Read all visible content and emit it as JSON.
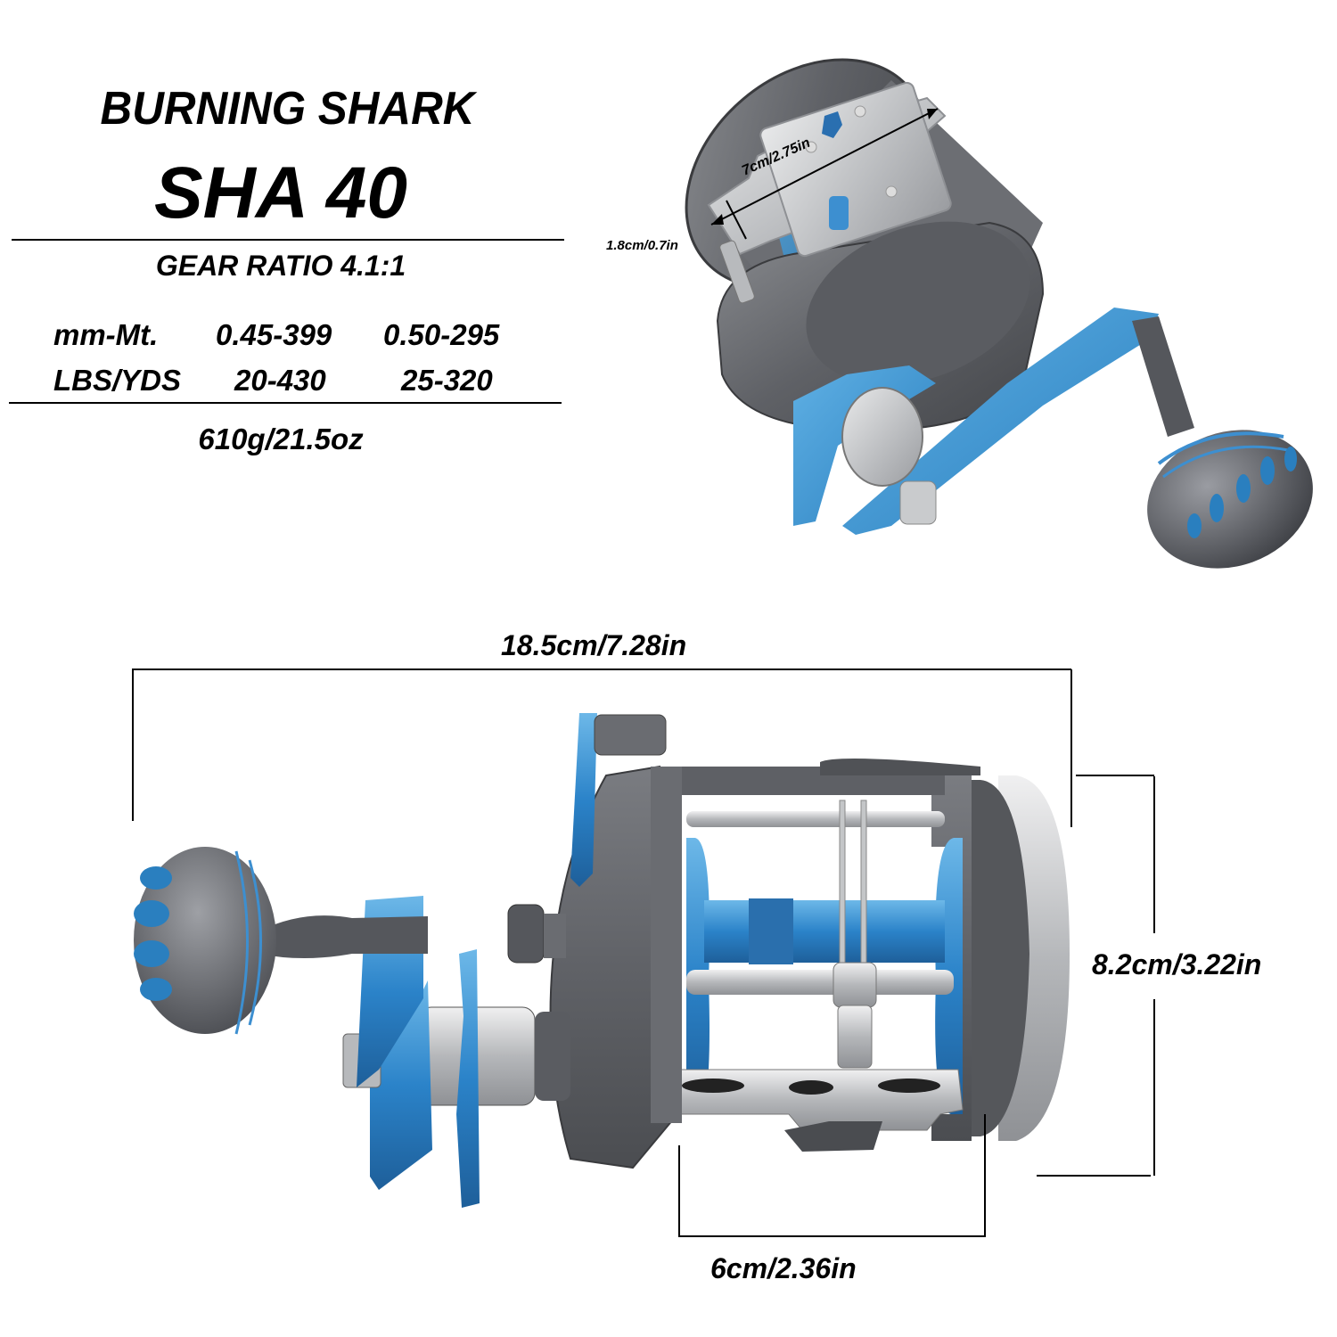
{
  "spec_panel": {
    "brand": "BURNING SHARK",
    "model": "SHA 40",
    "gear_ratio": "GEAR RATIO 4.1:1",
    "line_capacity": {
      "rows": [
        {
          "label": "mm-Mt.",
          "values": [
            "0.45-399",
            "0.50-295"
          ]
        },
        {
          "label": "LBS/YDS",
          "values": [
            "20-430",
            "25-320"
          ]
        }
      ]
    },
    "weight": "610g/21.5oz"
  },
  "top_view": {
    "dimensions": {
      "foot_length": "7cm/2.75in",
      "foot_width": "1.8cm/0.7in"
    }
  },
  "side_view": {
    "dimensions": {
      "total_length": "18.5cm/7.28in",
      "height": "8.2cm/3.22in",
      "foot_span": "6cm/2.36in"
    }
  },
  "colors": {
    "accent_blue": "#2f8fd0",
    "body_gray": "#6b6d72",
    "dark_gray": "#4a4c50",
    "silver": "#c8cacc",
    "text": "#000000",
    "background": "#ffffff"
  }
}
